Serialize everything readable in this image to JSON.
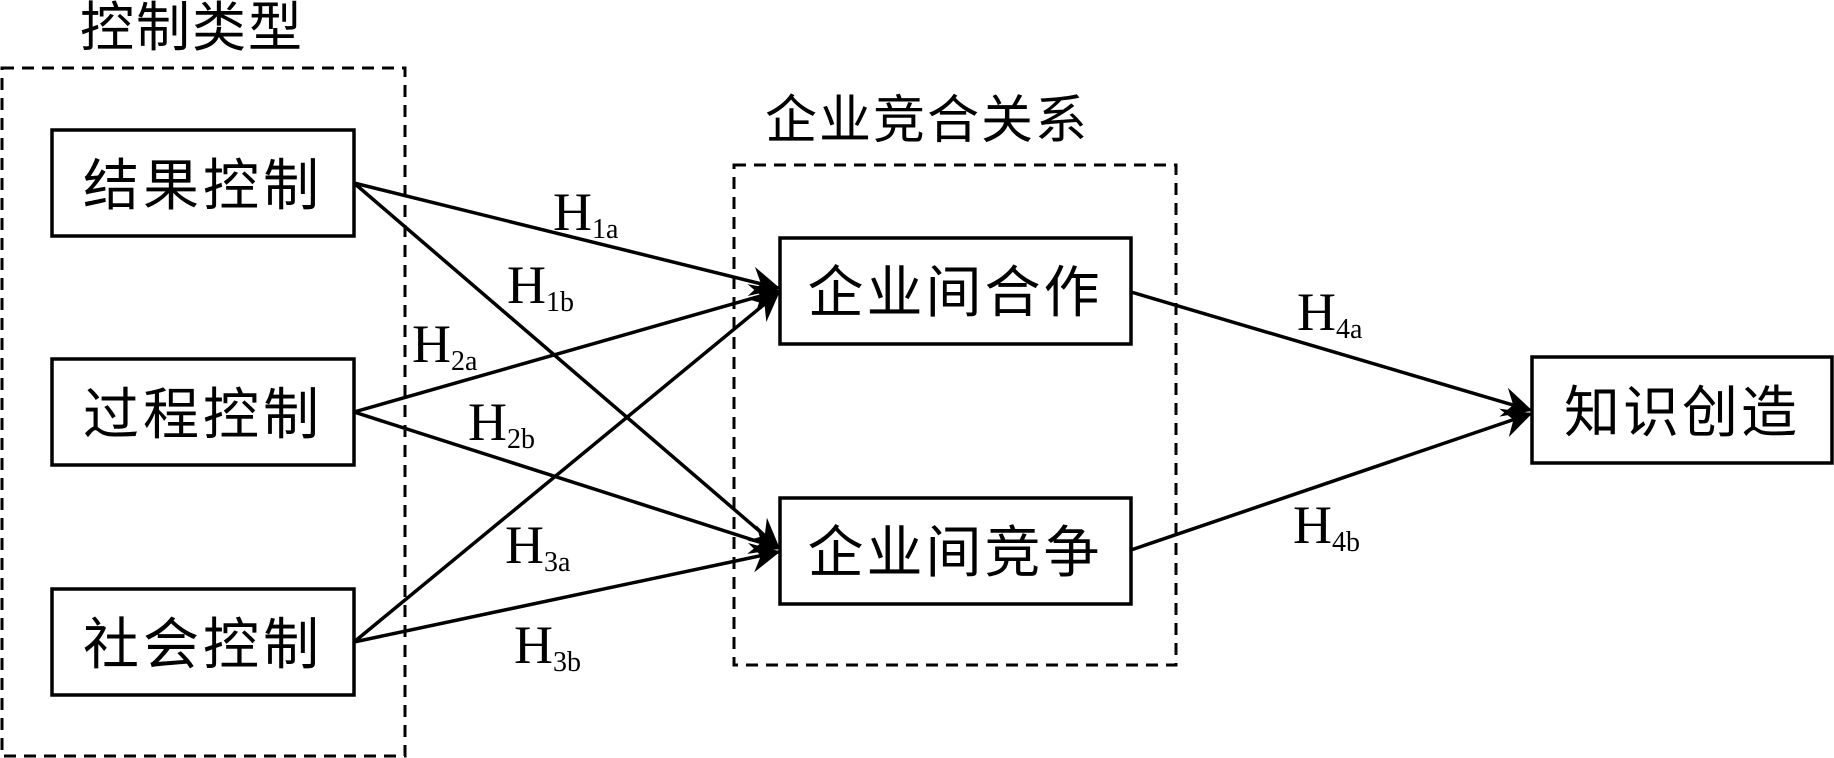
{
  "groups": {
    "control_types": "控制类型",
    "competition_cooperation": "企业竞合关系"
  },
  "nodes": {
    "outcome_control": "结果控制",
    "process_control": "过程控制",
    "social_control": "社会控制",
    "inter_firm_cooperation": "企业间合作",
    "inter_firm_competition": "企业间竞争",
    "knowledge_creation": "知识创造"
  },
  "hypotheses": {
    "h1a": {
      "base": "H",
      "sub": "1a"
    },
    "h1b": {
      "base": "H",
      "sub": "1b"
    },
    "h2a": {
      "base": "H",
      "sub": "2a"
    },
    "h2b": {
      "base": "H",
      "sub": "2b"
    },
    "h3a": {
      "base": "H",
      "sub": "3a"
    },
    "h3b": {
      "base": "H",
      "sub": "3b"
    },
    "h4a": {
      "base": "H",
      "sub": "4a"
    },
    "h4b": {
      "base": "H",
      "sub": "4b"
    }
  },
  "colors": {
    "stroke": "#000000",
    "background": "#ffffff"
  }
}
